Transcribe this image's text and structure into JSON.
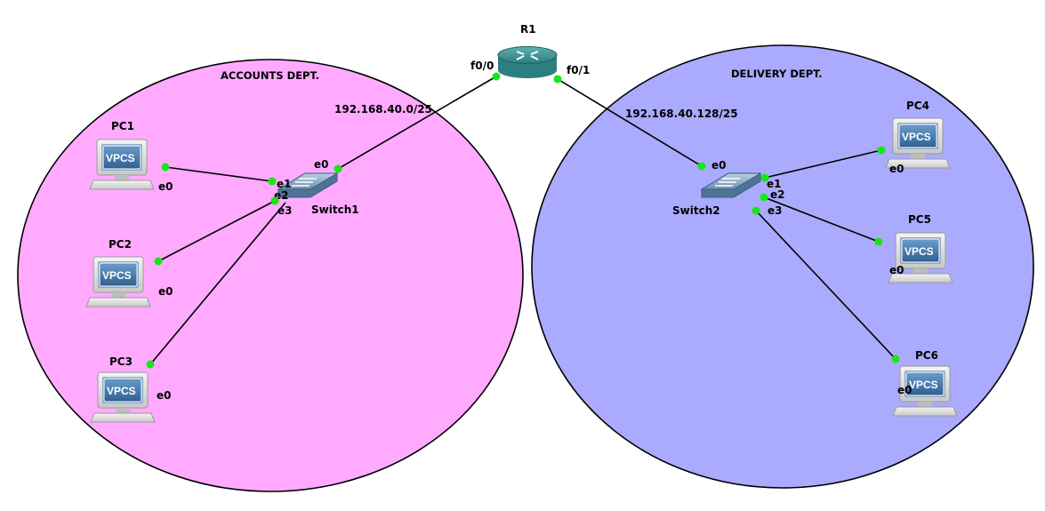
{
  "zones": {
    "left": {
      "label": "ACCOUNTS DEPT.",
      "color": "#ffaaff"
    },
    "right": {
      "label": "DELIVERY DEPT.",
      "color": "#aaaaff"
    }
  },
  "router": {
    "name": "R1",
    "if_left": "f0/0",
    "if_right": "f0/1"
  },
  "subnets": {
    "left": "192.168.40.0/25",
    "right": "192.168.40.128/25"
  },
  "switches": {
    "sw1": {
      "name": "Switch1",
      "ports": [
        "e0",
        "e1",
        "e2",
        "e3"
      ]
    },
    "sw2": {
      "name": "Switch2",
      "ports": [
        "e0",
        "e1",
        "e2",
        "e3"
      ]
    }
  },
  "pcs": [
    {
      "name": "PC1",
      "iface": "e0",
      "badge": "VPCS"
    },
    {
      "name": "PC2",
      "iface": "e0",
      "badge": "VPCS"
    },
    {
      "name": "PC3",
      "iface": "e0",
      "badge": "VPCS"
    },
    {
      "name": "PC4",
      "iface": "e0",
      "badge": "VPCS"
    },
    {
      "name": "PC5",
      "iface": "e0",
      "badge": "VPCS"
    },
    {
      "name": "PC6",
      "iface": "e0",
      "badge": "VPCS"
    }
  ],
  "colors": {
    "port_dot": "#19e619",
    "link": "#000000",
    "vpcs_screen": "#3f73a8"
  }
}
